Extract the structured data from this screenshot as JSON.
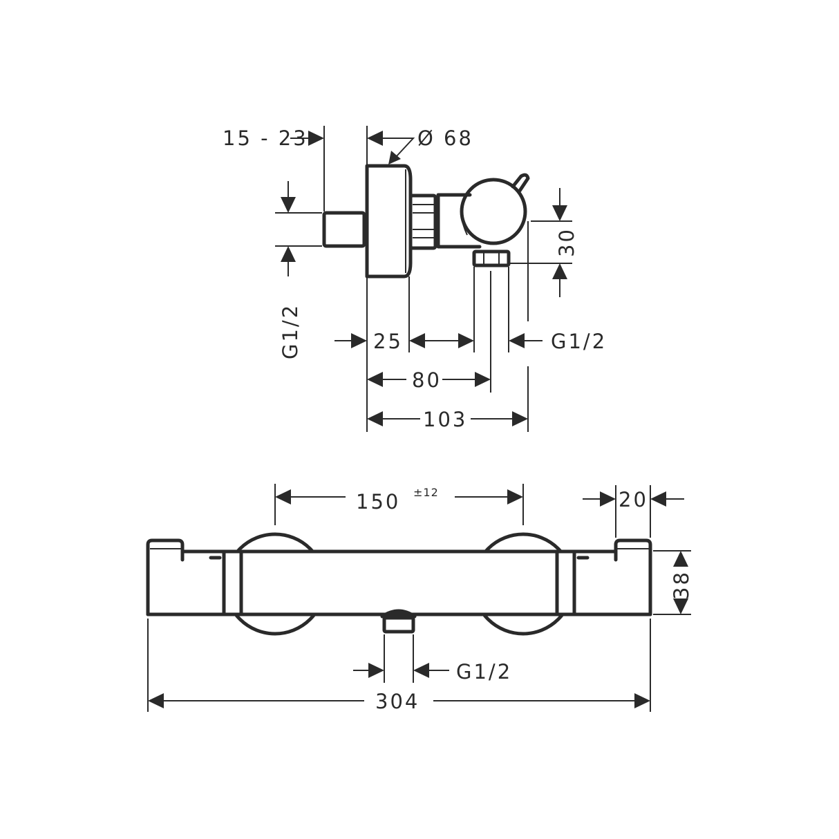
{
  "drawing": {
    "side_view": {
      "dim_wall_offset": "15 - 23",
      "dim_rosette_diameter": "Ø 68",
      "dim_height_30": "30",
      "dim_inlet_thread": "G1/2",
      "dim_25": "25",
      "dim_outlet_thread": "G1/2",
      "dim_80": "80",
      "dim_103": "103"
    },
    "front_view": {
      "dim_centers": "150",
      "dim_centers_tolerance": "±12",
      "dim_20": "20",
      "dim_38": "38",
      "dim_outlet_thread": "G1/2",
      "dim_overall_width": "304"
    },
    "colors": {
      "line": "#2a2a2a",
      "background": "#ffffff"
    }
  }
}
